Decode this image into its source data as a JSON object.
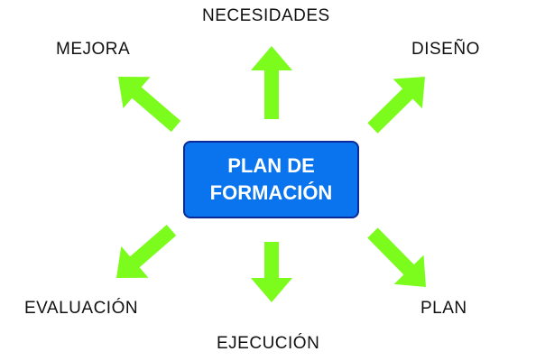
{
  "center": {
    "line1": "PLAN DE",
    "line2": "FORMACIÓN"
  },
  "labels": {
    "necesidades": "NECESIDADES",
    "mejora": "MEJORA",
    "diseno": "DISEÑO",
    "evaluacion": "EVALUACIÓN",
    "plan": "PLAN",
    "ejecucion": "EJECUCIÓN"
  },
  "colors": {
    "arrow_fill": "#7cfc1c",
    "box_fill": "#0a74ee",
    "box_border": "#0a2a9a",
    "text": "#111111"
  }
}
